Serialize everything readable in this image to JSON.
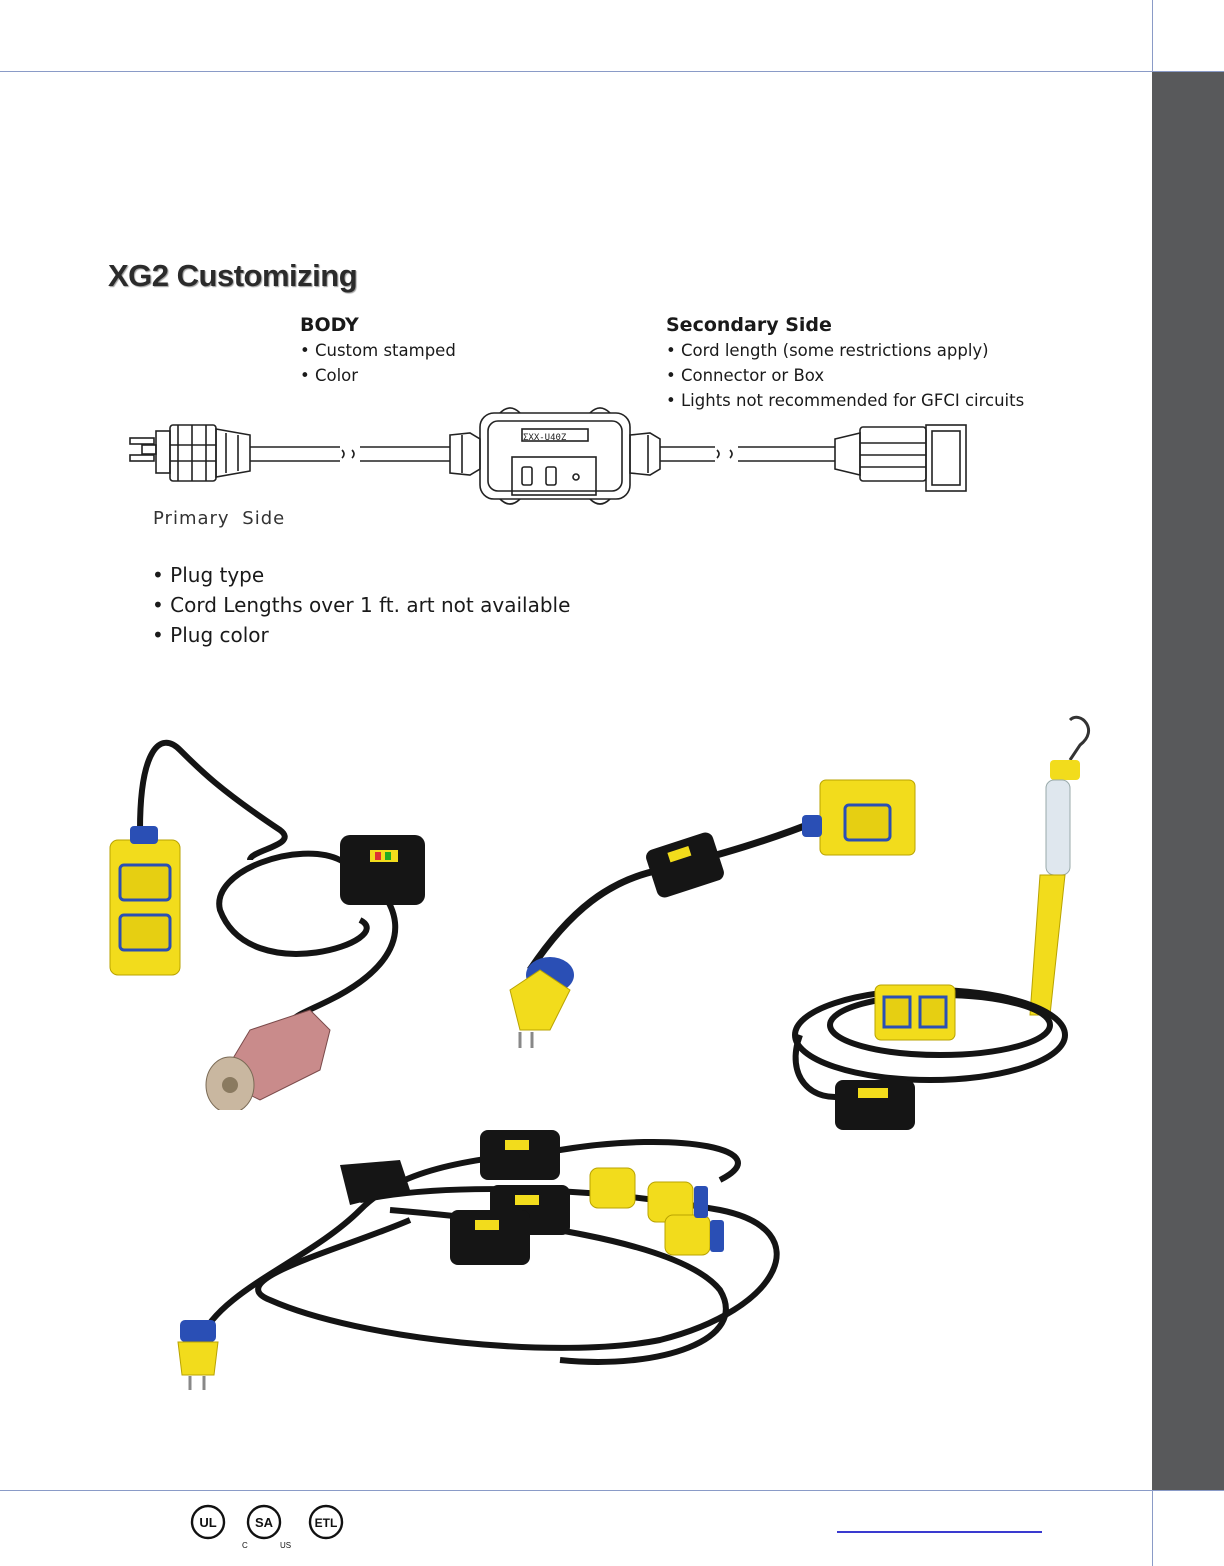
{
  "page": {
    "title": "XG2 Customizing"
  },
  "body_block": {
    "heading": "BODY",
    "items": [
      "Custom stamped",
      "Color"
    ]
  },
  "secondary_block": {
    "heading": "Secondary Side",
    "items": [
      "Cord length (some restrictions apply)",
      "Connector or Box",
      "Lights not recommended for GFCI circuits"
    ]
  },
  "diagram": {
    "primary_label": "Primary  Side",
    "device_stamp": "ΣXX-U40Z"
  },
  "primary_block": {
    "items": [
      "Plug type",
      "Cord Lengths over 1 ft. art not available",
      "Plug color"
    ]
  },
  "footer": {
    "cert_marks": [
      "UL",
      "SA",
      "ETL"
    ],
    "cert_small": [
      "C",
      "US"
    ]
  },
  "colors": {
    "sidebar": "#58595b",
    "rule": "#8a9bc7",
    "yellow": "#f2dc1c",
    "blue": "#2a4fb5",
    "black": "#151515"
  }
}
